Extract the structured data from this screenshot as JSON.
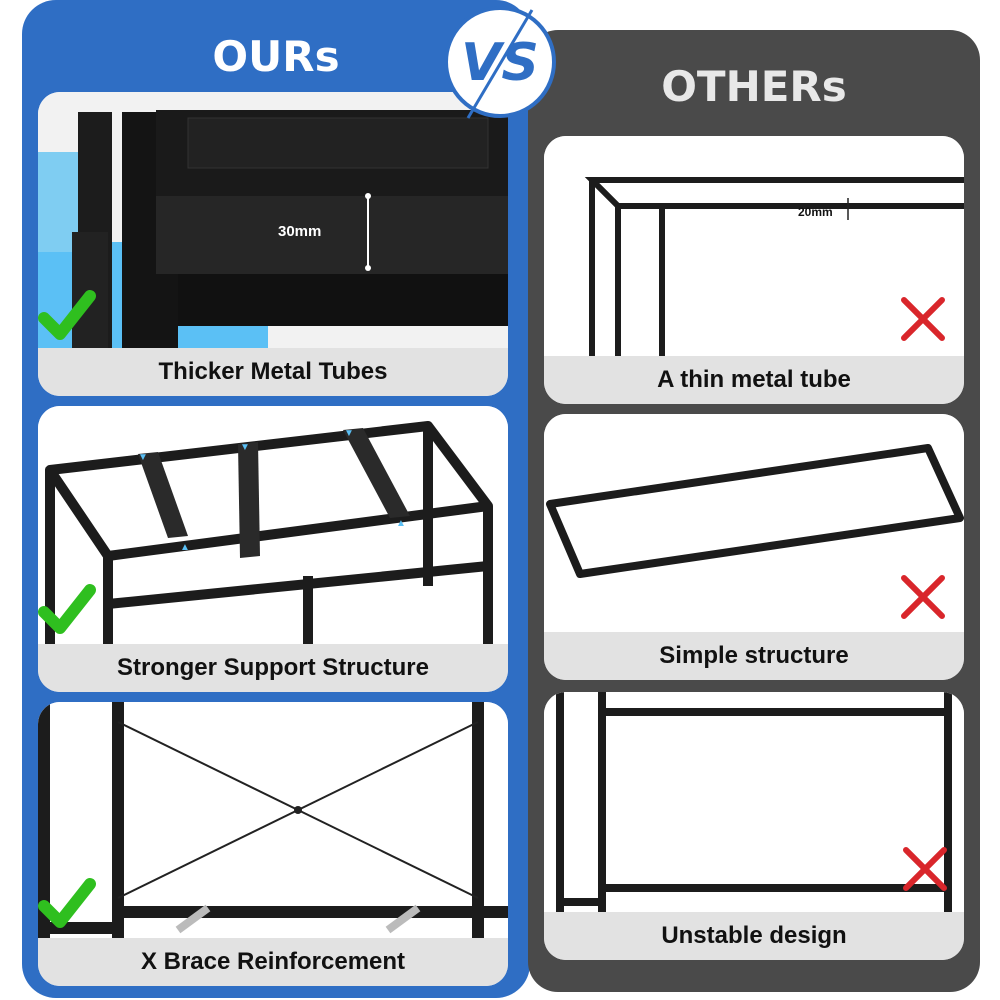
{
  "ours": {
    "title": "OURs",
    "cards": [
      {
        "caption": "Thicker Metal Tubes",
        "measure": "30mm",
        "icon": "green-check-icon"
      },
      {
        "caption": "Stronger Support Structure",
        "icon": "green-check-icon"
      },
      {
        "caption": "X Brace Reinforcement",
        "icon": "green-check-icon"
      }
    ]
  },
  "versus": {
    "label": "VS"
  },
  "others": {
    "title": "OTHERs",
    "cards": [
      {
        "caption": "A thin metal tube",
        "measure": "20mm",
        "icon": "red-x-icon"
      },
      {
        "caption": "Simple structure",
        "icon": "red-x-icon"
      },
      {
        "caption": "Unstable design",
        "icon": "red-x-icon"
      }
    ]
  },
  "colors": {
    "ours_bg": "#2f6ec4",
    "others_bg": "#4a4a4a",
    "check": "#2fbf1f",
    "cross": "#d9262b",
    "led": "#5bc0f5"
  }
}
